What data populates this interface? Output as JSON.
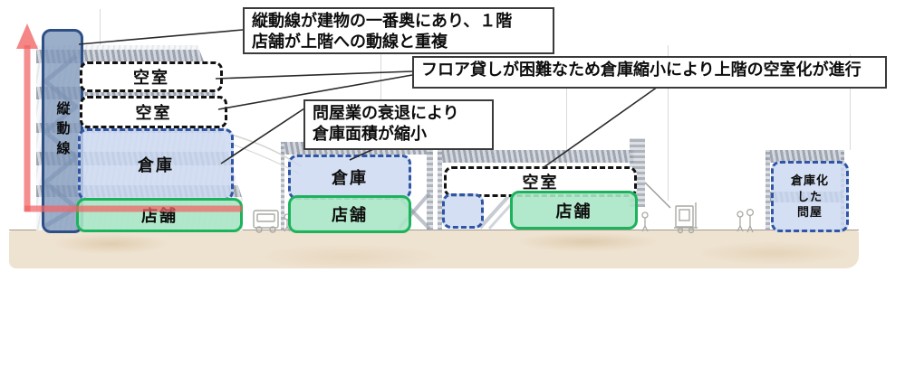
{
  "annotations": {
    "box1_line1": "縦動線が建物の一番奥にあり、１階",
    "box1_line2": "店舗が上階への動線と重複",
    "box2_text": "フロア貸しが困難なため倉庫縮小により上階の空室化が進行",
    "box3_line1": "問屋業の衰退により",
    "box3_line2": "倉庫面積が縮小"
  },
  "labels": {
    "vertical_circulation": "縦動線",
    "b1_vacant_upper": "空室",
    "b1_vacant_lower": "空室",
    "b1_warehouse": "倉庫",
    "b1_shop": "店舗",
    "b2_warehouse": "倉庫",
    "b2_shop": "店舗",
    "b3_vacant": "空室",
    "b3_shop": "店舗",
    "b4_line1": "倉庫化",
    "b4_line2": "した",
    "b4_line3": "問屋"
  },
  "colors": {
    "vacant_border": "#121212",
    "warehouse_fill": "#cbd8f0",
    "warehouse_border": "#2f55a4",
    "shop_fill": "#aae5c5",
    "shop_border": "#1db35c",
    "circulation_fill": "#8098bb",
    "circulation_border": "#2d4f86",
    "flow_arrow": "#f26464",
    "ground": "#eee2d0"
  }
}
